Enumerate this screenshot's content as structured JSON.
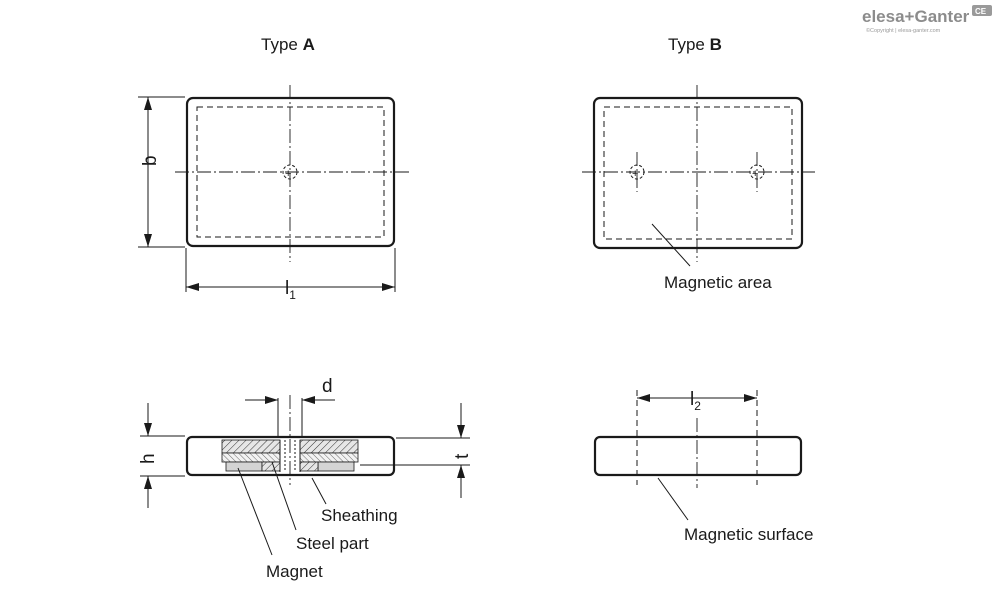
{
  "header": {
    "logo_text": "elesa+Ganter",
    "copyright": "©Copyright | elesa-ganter.com",
    "badge": "CE"
  },
  "type_a": {
    "prefix": "Type ",
    "letter": "A"
  },
  "type_b": {
    "prefix": "Type ",
    "letter": "B"
  },
  "dimensions": {
    "b": "b",
    "l1_main": "l",
    "l1_sub": "1",
    "l2_main": "l",
    "l2_sub": "2",
    "d": "d",
    "h": "h",
    "t": "t"
  },
  "labels": {
    "magnetic_area": "Magnetic area",
    "magnetic_surface": "Magnetic surface",
    "sheathing": "Sheathing",
    "steel_part": "Steel part",
    "magnet": "Magnet"
  }
}
